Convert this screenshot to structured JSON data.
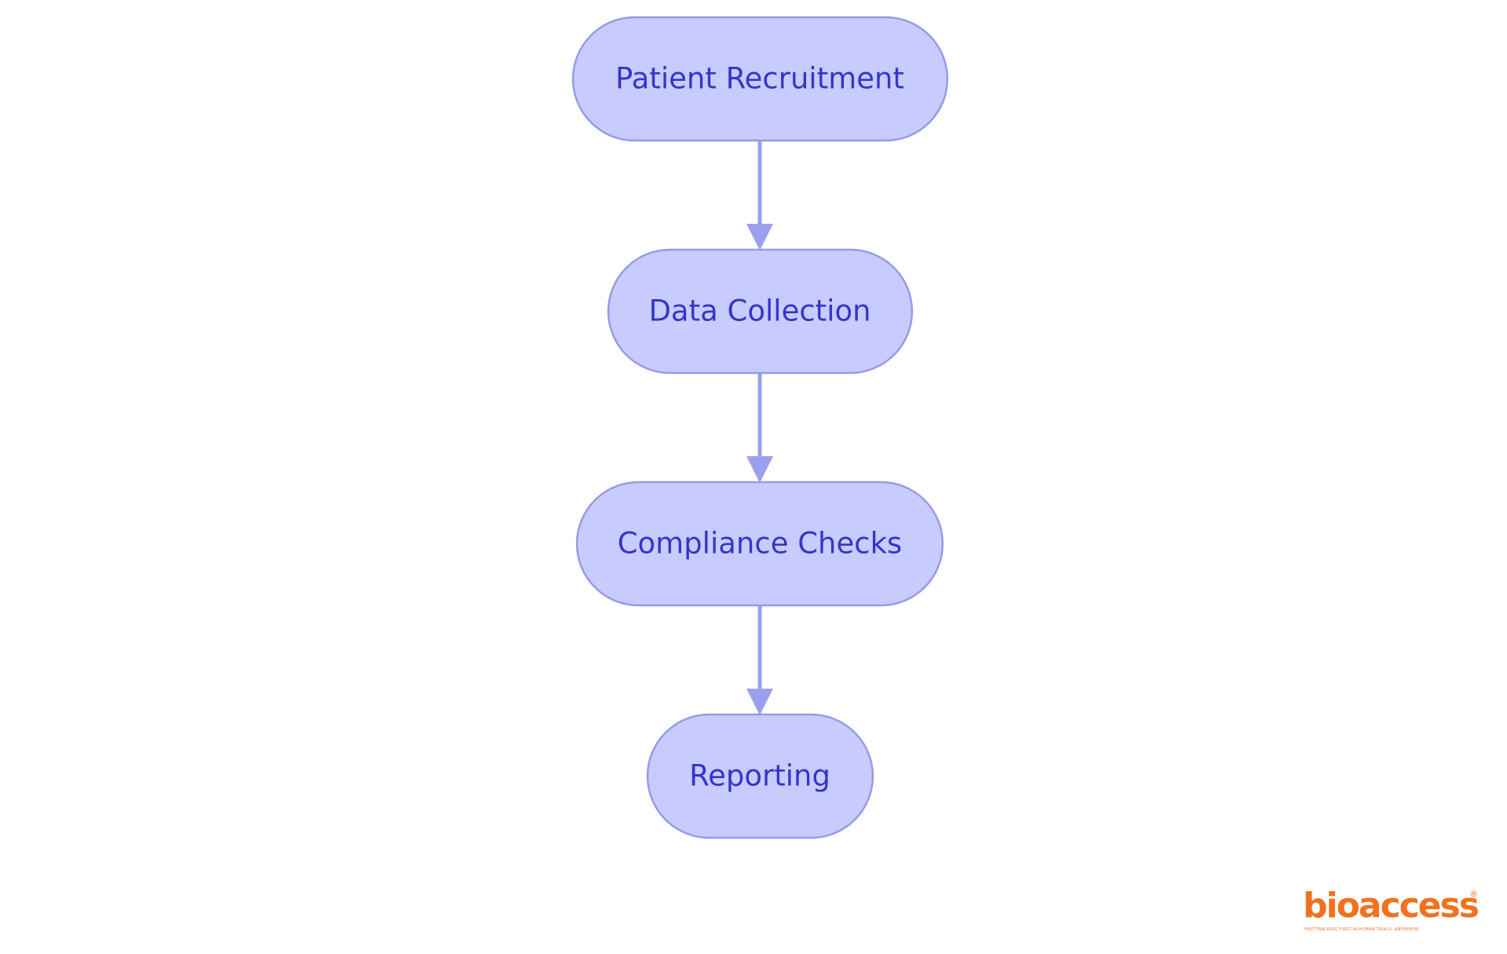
{
  "diagram": {
    "nodes": [
      {
        "id": "patient-recruitment",
        "label": "Patient Recruitment"
      },
      {
        "id": "data-collection",
        "label": "Data Collection"
      },
      {
        "id": "compliance-checks",
        "label": "Compliance Checks"
      },
      {
        "id": "reporting",
        "label": "Reporting"
      }
    ],
    "edges": [
      {
        "from": "patient-recruitment",
        "to": "data-collection"
      },
      {
        "from": "data-collection",
        "to": "compliance-checks"
      },
      {
        "from": "compliance-checks",
        "to": "reporting"
      }
    ],
    "colors": {
      "node_fill": "#c8cbfd",
      "node_stroke": "#959be8",
      "node_text": "#3337c8",
      "edge": "#9aa0ee"
    }
  },
  "logo": {
    "wordmark": "bioaccess",
    "registered": "®",
    "tagline": "FAST-TRACKING FIRST-IN-HUMAN TRIALS. ANYWHERE",
    "color": "#f2711c"
  }
}
